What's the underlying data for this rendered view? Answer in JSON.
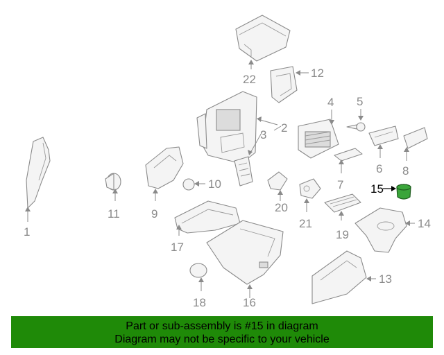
{
  "labels": {
    "n1": "1",
    "n2": "2",
    "n3": "3",
    "n4": "4",
    "n5": "5",
    "n6": "6",
    "n7": "7",
    "n8": "8",
    "n9": "9",
    "n10": "10",
    "n11": "11",
    "n12": "12",
    "n13": "13",
    "n14": "14",
    "n15": "15",
    "n16": "16",
    "n17": "17",
    "n18": "18",
    "n19": "19",
    "n20": "20",
    "n21": "21",
    "n22": "22"
  },
  "highlight": {
    "part": "15",
    "color": "#3aa53a"
  },
  "banner": {
    "line1": "Part or sub-assembly is #15 in diagram",
    "line2": "Diagram may not be specific to your vehicle",
    "bg_color": "#1f8a08"
  }
}
